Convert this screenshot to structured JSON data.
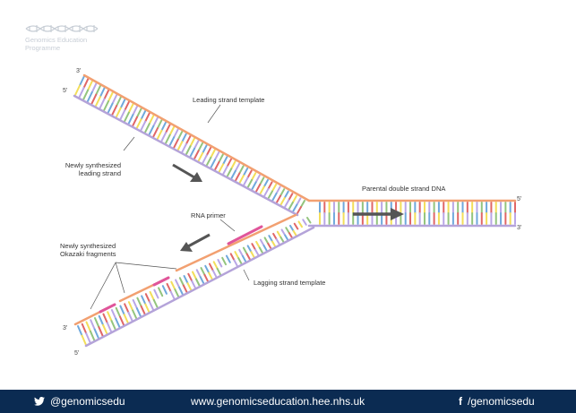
{
  "brand": {
    "line1": "Genomics Education",
    "line2": "Programme"
  },
  "labels": {
    "leading_template": "Leading strand template",
    "new_leading_1": "Newly synthesized",
    "new_leading_2": "leading strand",
    "parental": "Parental double strand DNA",
    "rna_primer": "RNA primer",
    "okazaki_1": "Newly synthesized",
    "okazaki_2": "Okazaki fragments",
    "lagging_template": "Lagging strand template"
  },
  "ends": {
    "upper_3": "3'",
    "upper_5": "5'",
    "right_5": "5'",
    "right_3": "3'",
    "lower_3": "3'",
    "lower_5": "5'"
  },
  "footer": {
    "twitter_handle": "@genomicsedu",
    "website": "www.genomicseducation.hee.nhs.uk",
    "facebook_handle": "/genomicsedu"
  },
  "colors": {
    "background": "#ffffff",
    "footer_bg": "#0b2b52",
    "template_backbone": "#f2a071",
    "new_backbone": "#b4a3d9",
    "primer_color": "#e0559a",
    "arrow": "#555555",
    "base_blue": "#6fa8dc",
    "base_red": "#e06666",
    "base_yellow": "#f3de5a",
    "base_purple": "#b9a6e6",
    "base_green": "#93c47d"
  }
}
